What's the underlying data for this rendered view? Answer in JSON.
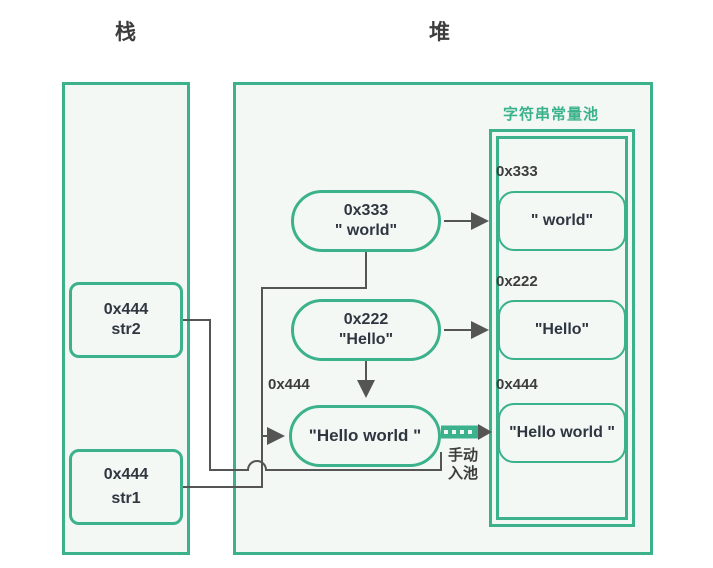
{
  "headers": {
    "stack": "栈",
    "heap": "堆",
    "pool": "字符串常量池"
  },
  "colors": {
    "accent_green": "#3cb28c",
    "panel_fill": "#f3f8f5",
    "text_dark": "#2f3640",
    "wire_gray": "#555555",
    "page_bg": "#ffffff"
  },
  "stack": {
    "cells": [
      {
        "address": "0x444",
        "variable": "str2"
      },
      {
        "address": "0x444",
        "variable": "str1"
      }
    ]
  },
  "heap": {
    "objects": [
      {
        "address": "0x333",
        "value": "\" world\""
      },
      {
        "address": "0x222",
        "value": "\"Hello\""
      },
      {
        "value": "\"Hello world \"",
        "address_label": "0x444"
      }
    ]
  },
  "pool": {
    "entries": [
      {
        "address": "0x333",
        "value": "\" world\""
      },
      {
        "address": "0x222",
        "value": "\"Hello\""
      },
      {
        "address": "0x444",
        "value": "\"Hello world \""
      }
    ]
  },
  "annotations": {
    "manual_intern_line1": "手动",
    "manual_intern_line2": "入池"
  }
}
